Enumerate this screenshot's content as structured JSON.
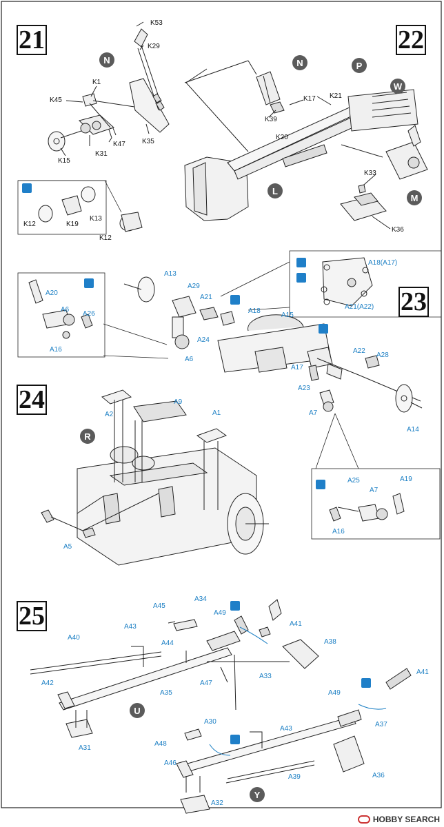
{
  "steps": [
    "21",
    "22",
    "23",
    "24",
    "25"
  ],
  "sub_views": [
    "N",
    "N",
    "P",
    "W",
    "L",
    "M",
    "R",
    "U",
    "Y"
  ],
  "labels": {
    "k53": "K53",
    "k29": "K29",
    "k1": "K1",
    "k45": "K45",
    "k35": "K35",
    "k47": "K47",
    "k31": "K31",
    "k15": "K15",
    "k12a": "K12",
    "k19": "K19",
    "k13": "K13",
    "k12b": "K12",
    "k17": "K17",
    "k21": "K21",
    "k39": "K39",
    "k20": "K20",
    "k33": "K33",
    "k36": "K36",
    "a13": "A13",
    "a20": "A20",
    "a29": "A29",
    "a21": "A21",
    "a6a": "A6",
    "a26": "A26",
    "a18": "A18",
    "a24": "A24",
    "a16a": "A16",
    "a6b": "A6",
    "a15": "A15",
    "a18a17": "A18(A17)",
    "a21a22": "A21(A22)",
    "a22": "A22",
    "a28": "A28",
    "a17": "A17",
    "a23": "A23",
    "a7a": "A7",
    "a14": "A14",
    "a2": "A2",
    "a9": "A9",
    "a1": "A1",
    "a5": "A5",
    "a25": "A25",
    "a7b": "A7",
    "a19": "A19",
    "a16b": "A16",
    "a45": "A45",
    "a34": "A34",
    "a49a": "A49",
    "a41a": "A41",
    "a40": "A40",
    "a43a": "A43",
    "a44": "A44",
    "a38": "A38",
    "a42": "A42",
    "a47": "A47",
    "a33": "A33",
    "a35": "A35",
    "a31": "A31",
    "a41b": "A41",
    "a49b": "A49",
    "a37": "A37",
    "a30": "A30",
    "a43b": "A43",
    "a48a": "A48",
    "a46": "A46",
    "a36": "A36",
    "a39": "A39",
    "a32": "A32"
  },
  "watermark": {
    "brand": "HOBBY SEARCH"
  },
  "icons": [
    "glue-icon",
    "paint-icon",
    "apply-icon",
    "option-icon"
  ],
  "colors": {
    "label_blue": "#1b7fc4",
    "icon_blue": "#1f7fc8",
    "step_circle": "#5b5b5b"
  }
}
